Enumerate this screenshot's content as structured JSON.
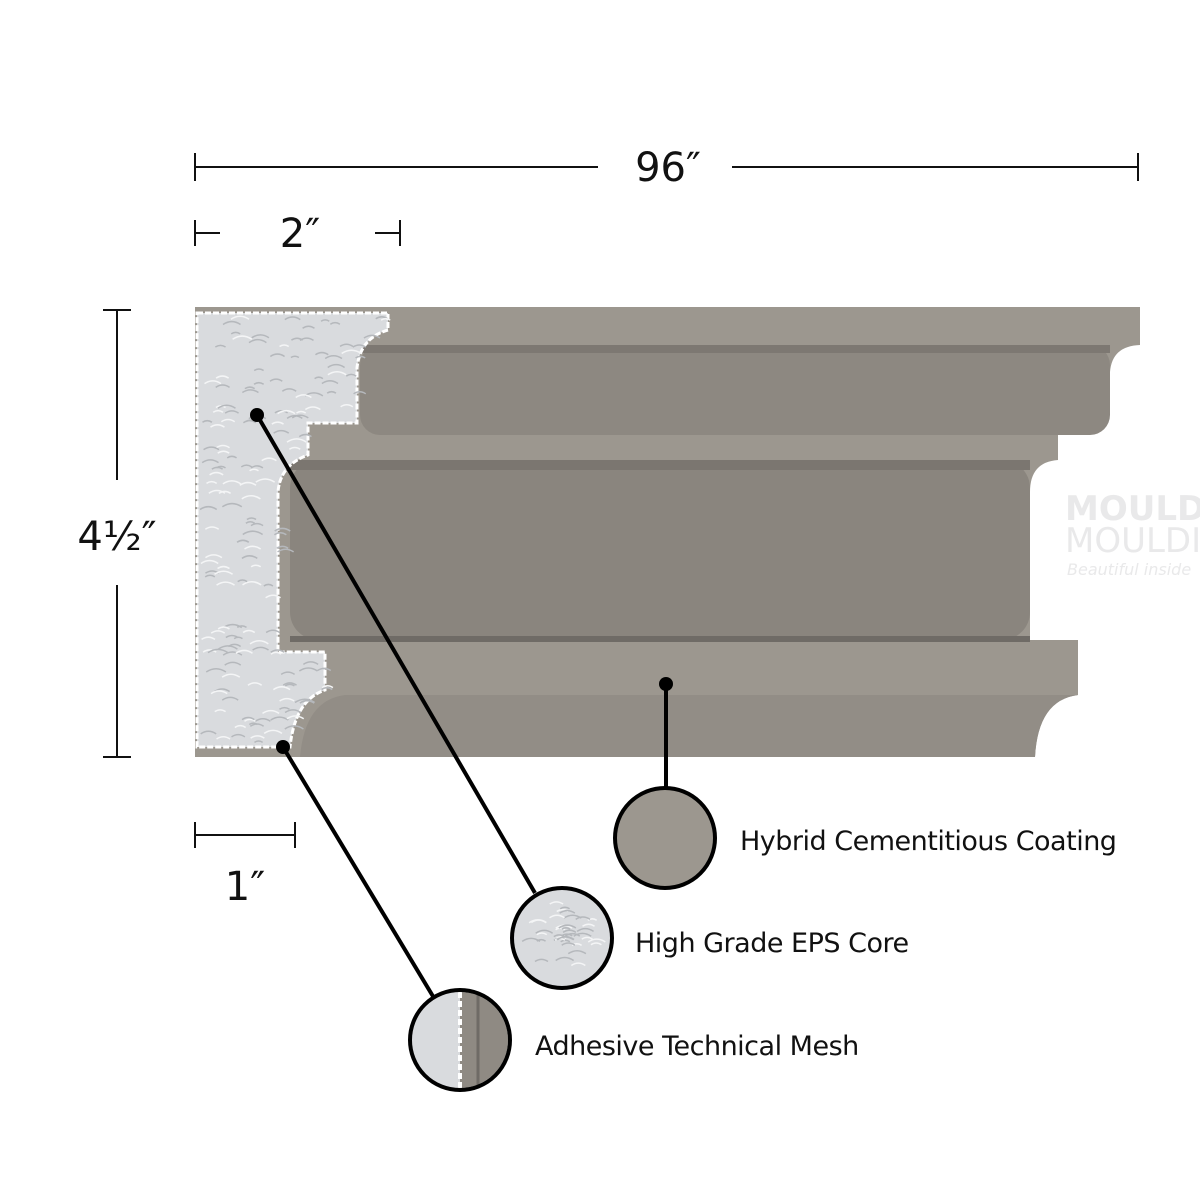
{
  "dimensions": {
    "length": "96″",
    "projection": "2″",
    "height": "4½″",
    "core_offset": "1″"
  },
  "callouts": [
    {
      "label": "Hybrid Cementitious Coating",
      "swatch": "coating"
    },
    {
      "label": "High Grade EPS Core",
      "swatch": "eps"
    },
    {
      "label": "Adhesive Technical Mesh",
      "swatch": "mesh"
    }
  ],
  "watermark": {
    "line1": "MOULD",
    "line2": "MOULDI",
    "tagline": "Beautiful inside"
  },
  "colors": {
    "coating": "#9c978f",
    "coating_dark": "#8a857e",
    "eps": "#d9dbde",
    "mesh": "#ffffff",
    "line": "#000000"
  }
}
